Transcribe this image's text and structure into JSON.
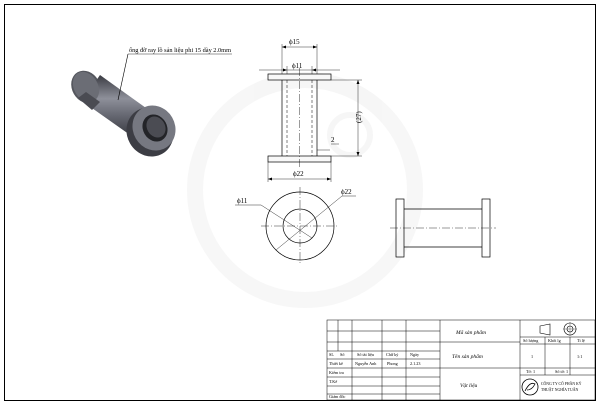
{
  "callout": {
    "text": "ống đỡ ray lồ sản liệu phi 15 dày 2.0mm"
  },
  "dimensions": {
    "top_d15": "ϕ15",
    "top_d11": "ϕ11",
    "length": "(27)",
    "flange": "2",
    "bottom_d22": "ϕ22",
    "end_d11": "ϕ11",
    "end_d22": "ϕ22"
  },
  "title_block": {
    "product_code_label": "Mã sản phẩm",
    "product_name_label": "Tên sản phẩm",
    "material_label": "Vật liệu",
    "row_headers": [
      "SL",
      "Số",
      "Số tài liệu",
      "Chữ ký",
      "Ngày"
    ],
    "roles": [
      "Thiết kế",
      "Kiểm tra",
      "T.Kế",
      "",
      "Giám đốc"
    ],
    "designer": "Nguyễn Anh",
    "role2": "Phong",
    "date": "2.1.23",
    "props_headers": [
      "Số lượng",
      "Khối lg",
      "Tỉ lệ"
    ],
    "props_values": [
      "1",
      "",
      "1:1"
    ],
    "sheet_label": "Tờ: 1",
    "sheets_label": "Số tờ: 1",
    "company_line1": "CÔNG TY CỔ PHẦN KỸ",
    "company_line2": "THUẬT NGHĨA TUẤN"
  }
}
